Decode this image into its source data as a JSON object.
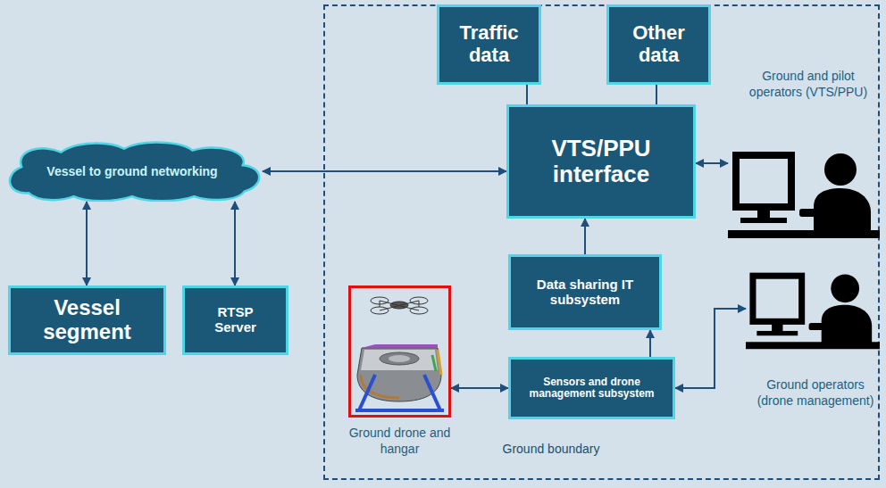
{
  "diagram": {
    "nodes": [
      {
        "text": [
          "Ground boundary"
        ]
      },
      {
        "text": [
          "Vessel to ground networking"
        ]
      },
      {
        "text": [
          "Vessel segment"
        ]
      },
      {
        "text": [
          "RTSP Server"
        ]
      },
      {
        "text": [
          "Traffic data"
        ],
        "in": 0
      },
      {
        "text": [
          "Other data"
        ],
        "in": 0
      },
      {
        "text": [
          "VTS/PPU interface"
        ],
        "in": 0
      },
      {
        "text": [
          "Ground and pilot operators (VTS/PPU)"
        ],
        "in": 0
      },
      {
        "text": [
          "Data sharing IT subsystem"
        ],
        "in": 0
      },
      {
        "text": [
          "Ground drone and hangar"
        ],
        "in": 0
      },
      {
        "text": [
          "Sensors and drone management subsystem"
        ],
        "in": 0
      },
      {
        "text": [
          "Ground operators (drone management)"
        ],
        "in": 0
      }
    ],
    "edges": [
      {
        "from": 1,
        "to": 6,
        "arrow": "both"
      },
      {
        "from": 1,
        "to": 2,
        "arrow": "both"
      },
      {
        "from": 1,
        "to": 3,
        "arrow": "both"
      },
      {
        "from": 4,
        "to": 6,
        "arrow": "none"
      },
      {
        "from": 5,
        "to": 6,
        "arrow": "none"
      },
      {
        "from": 6,
        "to": 7,
        "arrow": "both"
      },
      {
        "from": 8,
        "to": 6,
        "arrow": "to"
      },
      {
        "from": 10,
        "to": 8,
        "arrow": "to"
      },
      {
        "from": 9,
        "to": 10,
        "arrow": "both"
      },
      {
        "from": 10,
        "to": 11,
        "arrow": "both"
      }
    ]
  }
}
